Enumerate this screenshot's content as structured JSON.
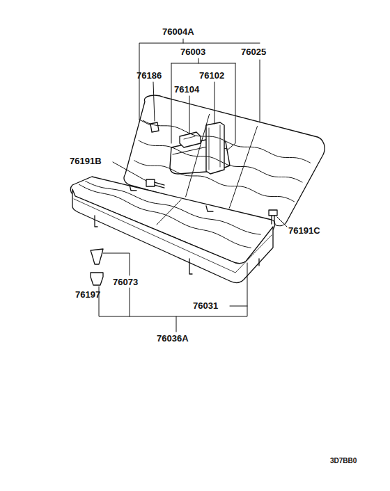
{
  "diagram": {
    "labels": [
      "76004A",
      "76003",
      "76025",
      "76186",
      "76102",
      "76104",
      "76191B",
      "76191C",
      "76073",
      "76197",
      "76031",
      "76036A",
      "3D7BB0"
    ]
  }
}
